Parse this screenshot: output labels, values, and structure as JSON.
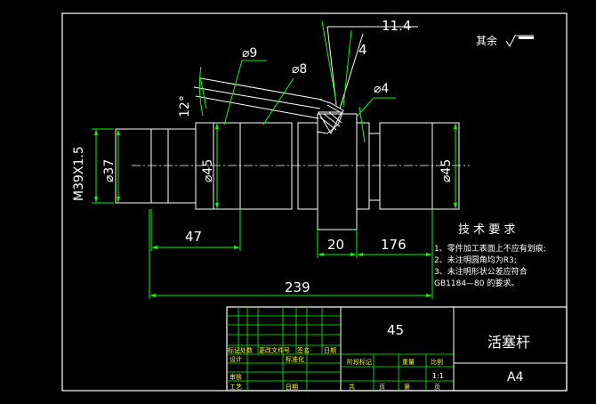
{
  "dimensions": {
    "thread": "M39X1.5",
    "d37": "⌀37",
    "d45_left": "⌀45",
    "d45_right": "⌀45",
    "d9": "⌀9",
    "d8": "⌀8",
    "d4": "⌀4",
    "angle": "12°",
    "len_11_4": "11.4",
    "len_4": "4",
    "len_47": "47",
    "len_20": "20",
    "len_176": "176",
    "len_239": "239"
  },
  "surface_note": "其余",
  "tech_requirements": {
    "title": "技 术 要 求",
    "items": [
      "1、零件加工表面上不应有划痕;",
      "2、未注明圆角均为R3;",
      "3、未注明形状公差应符合",
      "GB1184—80 的要求。"
    ]
  },
  "title_block": {
    "material": "45",
    "part_name": "活塞杆",
    "paper_size": "A4",
    "scale": "1:1",
    "labels": {
      "mark": "标记",
      "count": "处数",
      "revision_doc": "更改文件号",
      "signature": "签名",
      "date": "日期",
      "design": "设计",
      "standardization": "标准化",
      "review": "审核",
      "process": "工艺",
      "approve_date": "日期",
      "stage_mark": "阶段标记",
      "weight": "重量",
      "scale": "比例",
      "total": "共",
      "sheet": "页",
      "no": "第",
      "page": "页"
    }
  }
}
